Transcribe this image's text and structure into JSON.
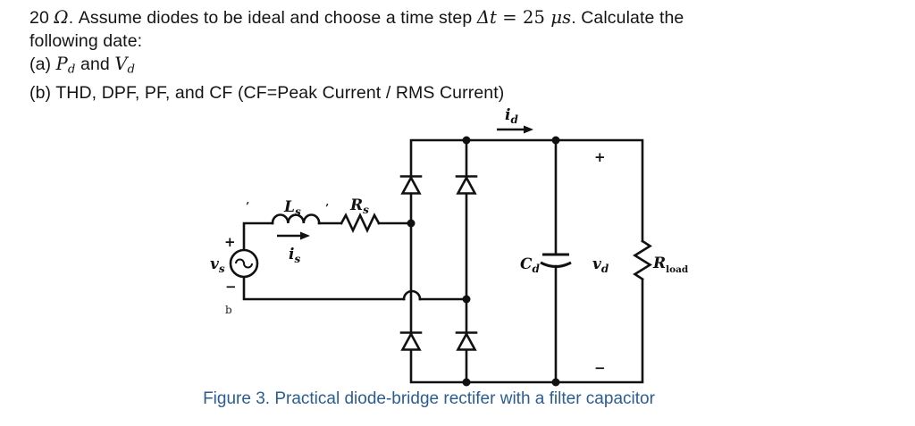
{
  "problem": {
    "seg1": "20 ",
    "seg2": "Ω",
    "seg3": ". Assume diodes to be ideal and choose a time step ",
    "seg4": "Δt",
    "seg5": " = 25 ",
    "seg6": "μs",
    "seg7": ". Calculate the",
    "line2": "following date:",
    "a_prefix": "(a) ",
    "a_sym1": "P",
    "a_sym1_sub": "d",
    "a_mid": " and ",
    "a_sym2": "V",
    "a_sym2_sub": "d",
    "line_b": "(b) THD, DPF, PF, and CF (CF=Peak Current / RMS Current)"
  },
  "circuit": {
    "labels": {
      "vs": "v",
      "vs_sub": "s",
      "src_plus": "+",
      "src_minus": "−",
      "b_mark": "b",
      "tick_left": "’",
      "tick_right": "’",
      "ls": "L",
      "ls_sub": "s",
      "rs": "R",
      "rs_sub": "s",
      "is": "i",
      "is_sub": "s",
      "id": "i",
      "id_sub": "d",
      "cd": "C",
      "cd_sub": "d",
      "vd": "v",
      "vd_sub": "d",
      "rload": "R",
      "rload_sub": "load",
      "out_plus": "+",
      "out_minus": "−"
    }
  },
  "caption": {
    "text": "Figure 3. Practical diode-bridge rectifer with a filter capacitor",
    "color": "#2B5D92"
  }
}
